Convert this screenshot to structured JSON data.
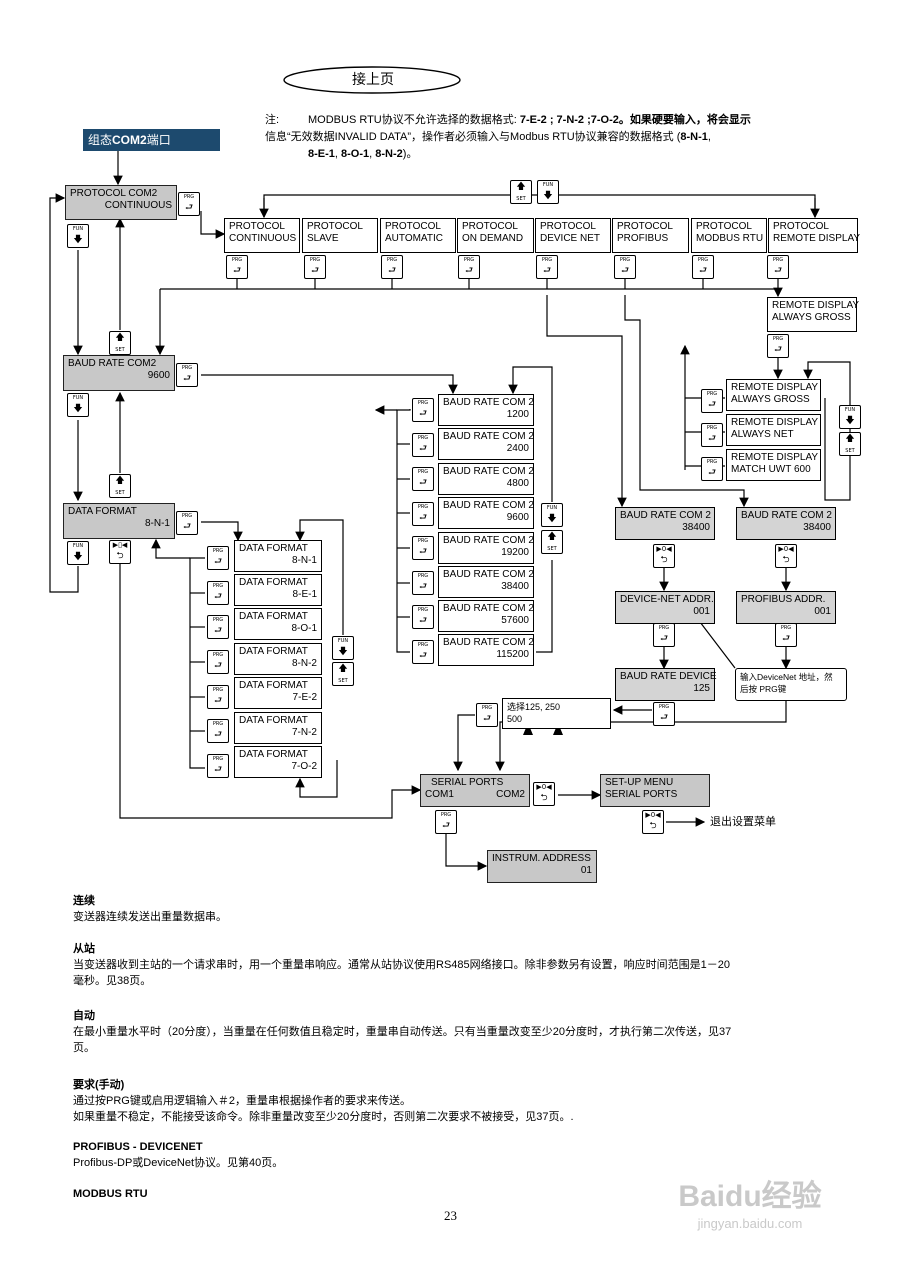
{
  "header": {
    "continue_label": "接上页"
  },
  "note": {
    "prefix": "注:",
    "line1_a": "MODBUS RTU协议不允许选择的数据格式: ",
    "line1_b": "7-E-2 ; 7-N-2 ;7-O-2",
    "line1_c": "。如果硬要输入，将会显示",
    "line2_a": "信息“无效数据INVALID DATA”，操作者必须输入与Modbus RTU协议兼容的数据格式 (",
    "line2_b": "8-N-1",
    "line2_c": ",",
    "line3_a": "8-E-1",
    "line3_b": ", ",
    "line3_c": "8-O-1",
    "line3_d": ", ",
    "line3_e": "8-N-2",
    "line3_f": ")。"
  },
  "com2_tag": {
    "pre": "组态",
    "bold": "COM2",
    "post": "端口"
  },
  "keys": {
    "prg": "PRG",
    "fun": "FUN",
    "set": "SET",
    "arrow_down": "🡇",
    "arrow_up": "🡅",
    "enter": "⮐",
    "loop": "⮌"
  },
  "protocol_com2": {
    "line1": "PROTOCOL COM2",
    "line2": "CONTINUOUS"
  },
  "protocols": [
    {
      "l1": "PROTOCOL",
      "l2": "CONTINUOUS"
    },
    {
      "l1": "PROTOCOL",
      "l2": "SLAVE"
    },
    {
      "l1": "PROTOCOL",
      "l2": "AUTOMATIC"
    },
    {
      "l1": "PROTOCOL",
      "l2": "ON DEMAND"
    },
    {
      "l1": "PROTOCOL",
      "l2": "DEVICE NET"
    },
    {
      "l1": "PROTOCOL",
      "l2": "PROFIBUS"
    },
    {
      "l1": "PROTOCOL",
      "l2": "MODBUS RTU"
    },
    {
      "l1": "PROTOCOL",
      "l2": "REMOTE DISPLAY"
    }
  ],
  "remote_display_always": {
    "l1": "REMOTE DISPLAY",
    "l2": "ALWAYS GROSS"
  },
  "remote_display_opts": [
    {
      "l1": "REMOTE DISPLAY",
      "l2": "ALWAYS GROSS"
    },
    {
      "l1": "REMOTE DISPLAY",
      "l2": "ALWAYS NET"
    },
    {
      "l1": "REMOTE DISPLAY",
      "l2": "MATCH UWT 600"
    }
  ],
  "baud_rate_com2": {
    "l1": "BAUD RATE COM2",
    "l2": "9600"
  },
  "baud_list": [
    {
      "l1": "BAUD RATE COM 2",
      "l2": "1200"
    },
    {
      "l1": "BAUD RATE COM 2",
      "l2": "2400"
    },
    {
      "l1": "BAUD RATE COM 2",
      "l2": "4800"
    },
    {
      "l1": "BAUD RATE COM 2",
      "l2": "9600"
    },
    {
      "l1": "BAUD RATE COM 2",
      "l2": "19200"
    },
    {
      "l1": "BAUD RATE COM 2",
      "l2": "38400"
    },
    {
      "l1": "BAUD RATE COM 2",
      "l2": "57600"
    },
    {
      "l1": "BAUD RATE COM 2",
      "l2": "115200"
    }
  ],
  "data_format": {
    "l1": "DATA FORMAT",
    "l2": "8-N-1"
  },
  "data_format_list": [
    {
      "l1": "DATA FORMAT",
      "l2": "8-N-1"
    },
    {
      "l1": "DATA FORMAT",
      "l2": "8-E-1"
    },
    {
      "l1": "DATA FORMAT",
      "l2": "8-O-1"
    },
    {
      "l1": "DATA FORMAT",
      "l2": "8-N-2"
    },
    {
      "l1": "DATA FORMAT",
      "l2": "7-E-2"
    },
    {
      "l1": "DATA FORMAT",
      "l2": "7-N-2"
    },
    {
      "l1": "DATA FORMAT",
      "l2": "7-O-2"
    }
  ],
  "baud_devnet": {
    "l1": "BAUD RATE COM 2",
    "l2": "38400"
  },
  "baud_profibus": {
    "l1": "BAUD RATE COM 2",
    "l2": "38400"
  },
  "devnet_addr": {
    "l1": "DEVICE-NET ADDR.",
    "l2": "001"
  },
  "profibus_addr": {
    "l1": "PROFIBUS ADDR.",
    "l2": "001"
  },
  "baud_device": {
    "l1": "BAUD RATE DEVICE",
    "l2": "125"
  },
  "devnet_hint": {
    "l1": "输入DeviceNet 地址，然",
    "l2": "后按 PRG键"
  },
  "select_box": {
    "l1": "选择125, 250",
    "l2": "500"
  },
  "serial_ports": {
    "l1": "SERIAL PORTS",
    "l2a": "COM1",
    "l2b": "COM2"
  },
  "setup_menu": {
    "l1": "SET-UP MENU",
    "l2": "SERIAL PORTS"
  },
  "exit_label": "退出设置菜单",
  "instrum": {
    "l1": "INSTRUM. ADDRESS",
    "l2": "01"
  },
  "sections": [
    {
      "title": "连续",
      "lines": [
        "变送器连续发送出重量数据串。"
      ]
    },
    {
      "title": "从站",
      "lines": [
        "当变送器收到主站的一个请求串时，用一个重量串响应。通常从站协议使用RS485网络接口。除非参数另有设置，响应时间范围是1－20",
        "毫秒。见38页。"
      ]
    },
    {
      "title": "自动",
      "lines": [
        "在最小重量水平时（20分度），当重量在任何数值且稳定时，重量串自动传送。只有当重量改变至少20分度时，才执行第二次传送，见37",
        "页。"
      ]
    },
    {
      "title": "要求(手动)",
      "lines": [
        "通过按PRG键或启用逻辑输入＃2，重量串根据操作者的要求来传送。",
        "如果重量不稳定，不能接受该命令。除非重量改变至少20分度时，否则第二次要求不被接受，见37页。."
      ]
    },
    {
      "title": "PROFIBUS - DEVICENET",
      "lines": [
        "Profibus-DP或DeviceNet协议。见第40页。"
      ]
    },
    {
      "title": "MODBUS RTU",
      "lines": []
    }
  ],
  "page_number": "23",
  "watermark": {
    "brand": "Baidu经验",
    "url": "jingyan.baidu.com"
  }
}
